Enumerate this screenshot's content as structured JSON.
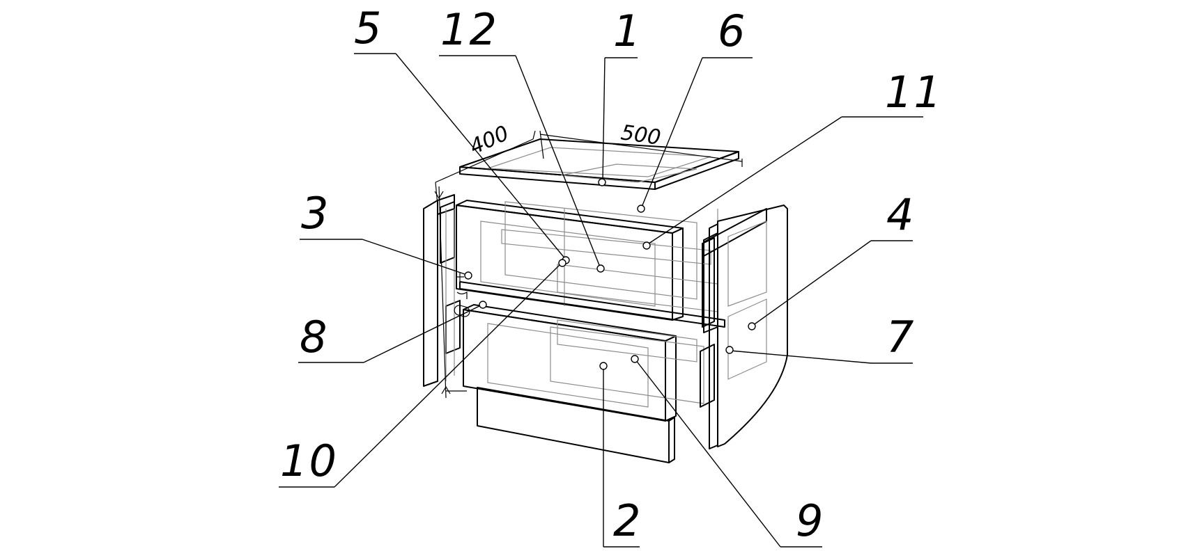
{
  "diagram": {
    "callouts": [
      {
        "id": "1",
        "label": "1"
      },
      {
        "id": "2",
        "label": "2"
      },
      {
        "id": "3",
        "label": "3"
      },
      {
        "id": "4",
        "label": "4"
      },
      {
        "id": "5",
        "label": "5"
      },
      {
        "id": "6",
        "label": "6"
      },
      {
        "id": "7",
        "label": "7"
      },
      {
        "id": "8",
        "label": "8"
      },
      {
        "id": "9",
        "label": "9"
      },
      {
        "id": "10",
        "label": "10"
      },
      {
        "id": "11",
        "label": "11"
      },
      {
        "id": "12",
        "label": "12"
      }
    ],
    "dimensions": {
      "depth": "400",
      "width": "500"
    }
  }
}
